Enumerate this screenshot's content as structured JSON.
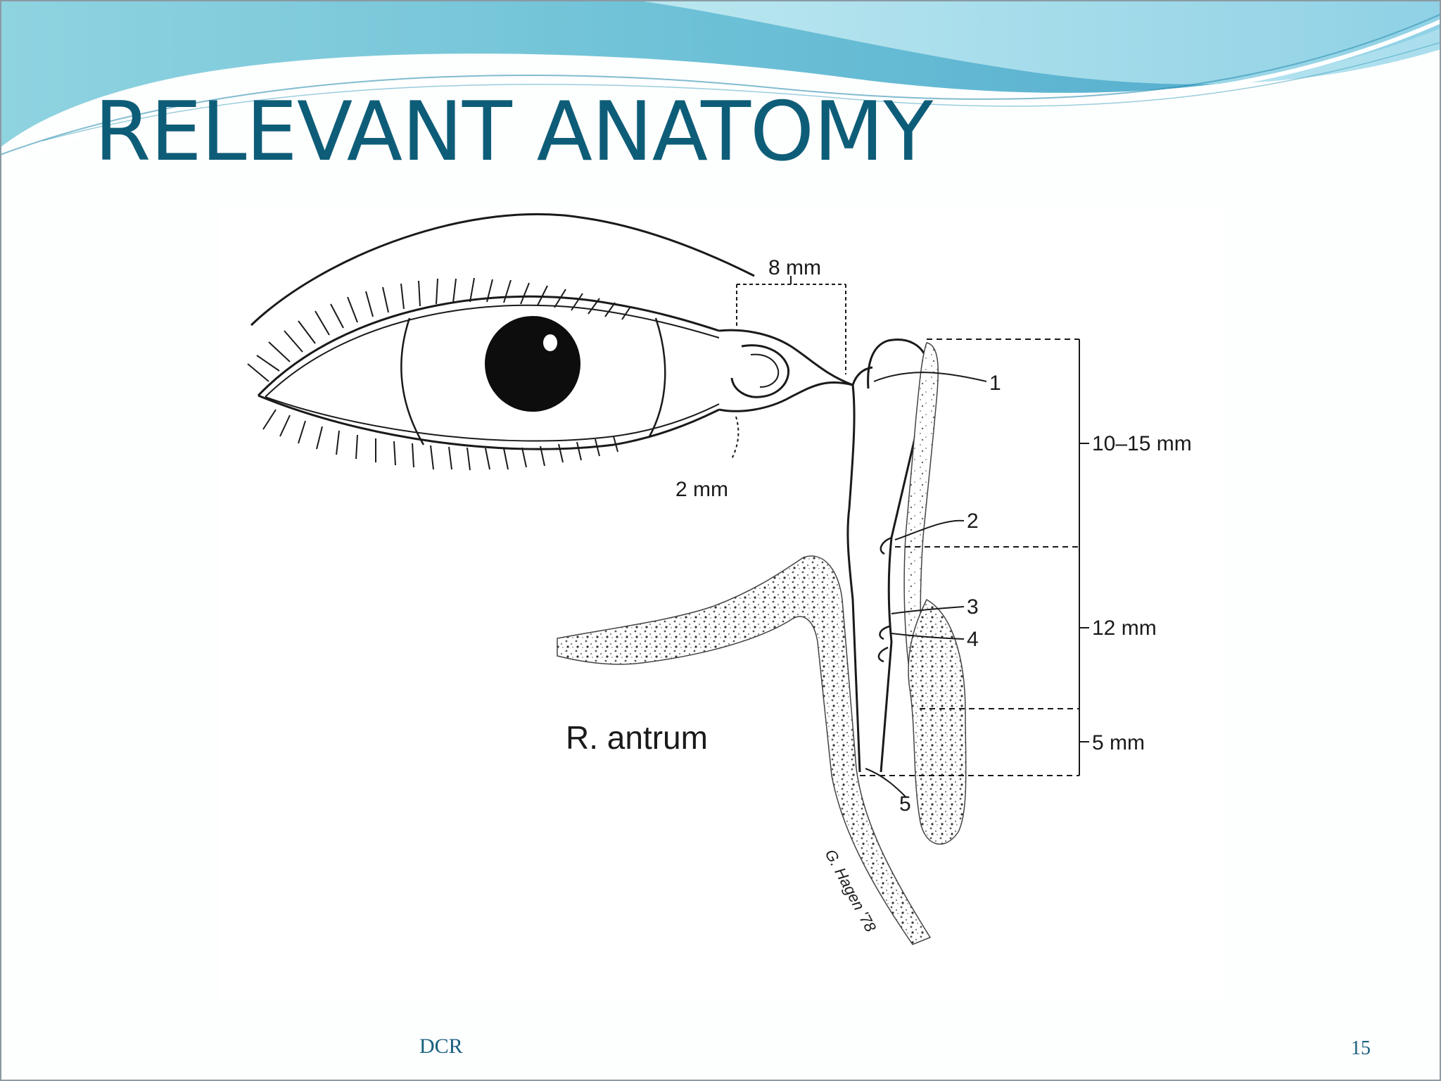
{
  "slide": {
    "title": "RELEVANT ANATOMY",
    "footer_left": "DCR",
    "slide_number": "15"
  },
  "figure": {
    "dimension_labels": {
      "top_width": "8 mm",
      "punctum_gap": "2 mm",
      "segment_1": "10–15 mm",
      "segment_2": "12 mm",
      "segment_3": "5 mm"
    },
    "numbered_labels": [
      "1",
      "2",
      "3",
      "4",
      "5"
    ],
    "region_label": "R. antrum",
    "signature": "G. Hagen '78"
  },
  "colors": {
    "title": "#0e5d78",
    "footer": "#17607e",
    "wave_dark": "#5fb8cf",
    "wave_light": "#a9dde8",
    "ink": "#1a1a1a"
  }
}
